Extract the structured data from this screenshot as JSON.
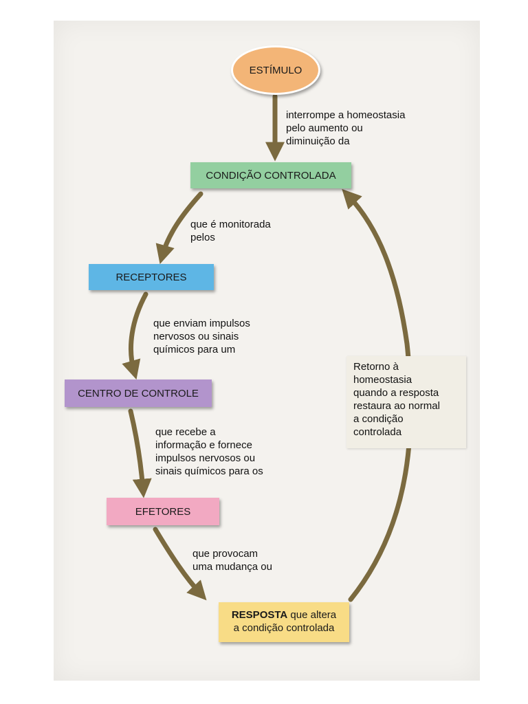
{
  "nodes": {
    "estimulo": "ESTÍMULO",
    "condicao": "CONDIÇÃO CONTROLADA",
    "receptores": "RECEPTORES",
    "centro": "CENTRO DE CONTROLE",
    "efetores": "EFETORES",
    "resposta_bold": "RESPOSTA",
    "resposta_rest": " que altera\na condição controlada"
  },
  "edges": {
    "estimulo_to_condicao": "interrompe a homeostasia\npelo aumento ou\ndiminuição da",
    "condicao_to_receptores": "que é monitorada\npelos",
    "receptores_to_centro": "que enviam impulsos\nnervosos ou sinais\nquímicos para um",
    "centro_to_efetores": "que recebe a\ninformação e fornece\nimpulsos nervosos ou\nsinais químicos para os",
    "efetores_to_resposta": "que provocam\numa mudança ou",
    "resposta_to_condicao": "Retorno à\nhomeostasia\nquando a resposta\nrestaura ao normal\na condição\ncontrolada"
  },
  "colors": {
    "arrow": "#7b6a3f",
    "estimulo": "#f3b577",
    "condicao": "#93cfa0",
    "receptores": "#5eb6e5",
    "centro": "#b294cc",
    "efetores": "#f2a9c2",
    "resposta": "#f8dc86"
  }
}
